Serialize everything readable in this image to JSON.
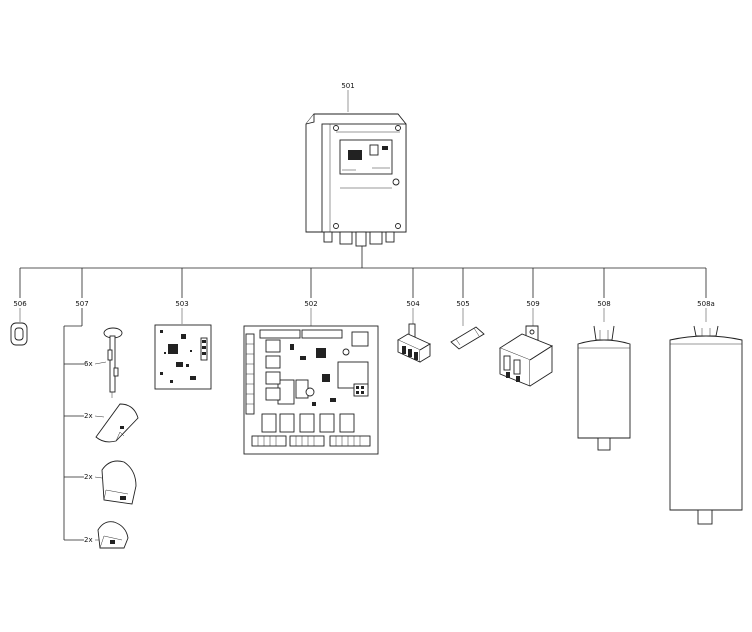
{
  "parts": {
    "p501": {
      "label": "501"
    },
    "p506": {
      "label": "506"
    },
    "p507": {
      "label": "507",
      "qty": [
        "6x",
        "2x",
        "2x",
        "2x"
      ]
    },
    "p503": {
      "label": "503"
    },
    "p502": {
      "label": "502"
    },
    "p504": {
      "label": "504"
    },
    "p505": {
      "label": "505"
    },
    "p509": {
      "label": "509"
    },
    "p508": {
      "label": "508"
    },
    "p508a": {
      "label": "508a"
    }
  }
}
